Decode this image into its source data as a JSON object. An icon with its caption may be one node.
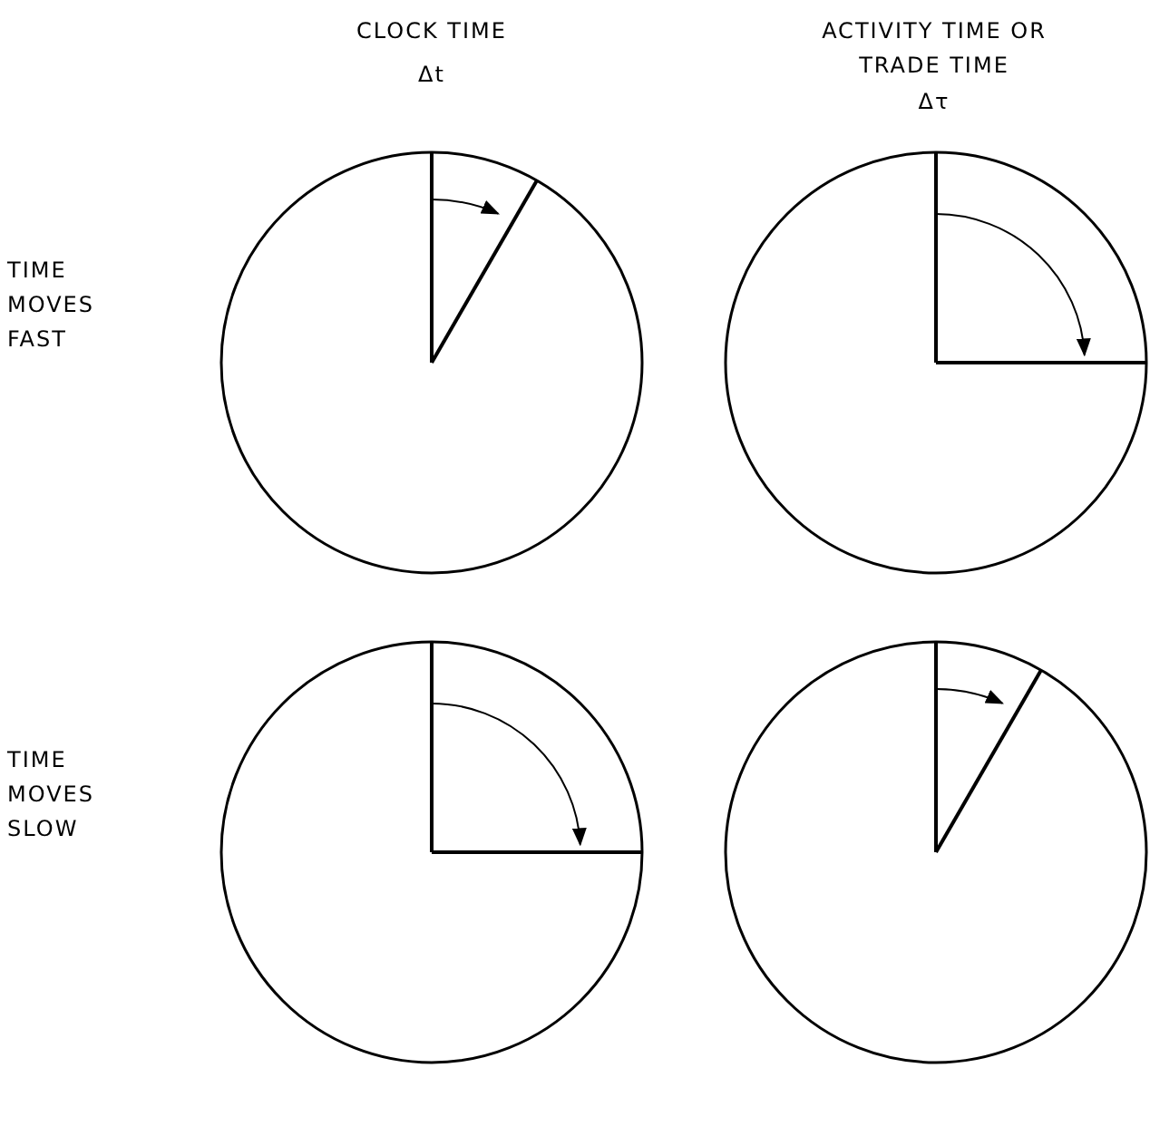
{
  "diagram": {
    "labels": [
      "CLOCK TIME",
      "Δt",
      "ACTIVITY TIME OR TRADE TIME",
      "Δτ",
      "TIME MOVES FAST",
      "TIME MOVES SLOW"
    ]
  }
}
